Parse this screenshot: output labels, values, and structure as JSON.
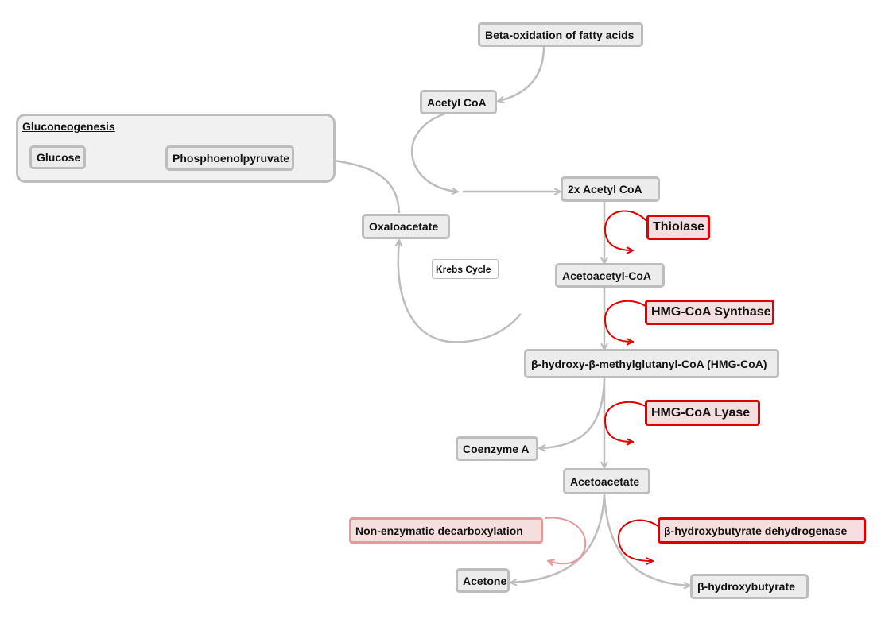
{
  "group": {
    "title": "Gluconeogenesis"
  },
  "nodes": {
    "beta_oxidation": "Beta-oxidation of fatty acids",
    "acetyl_coa": "Acetyl CoA",
    "two_acetyl_coa": "2x Acetyl CoA",
    "glucose": "Glucose",
    "phosphoenolpyruvate": "Phosphoenolpyruvate",
    "oxaloacetate": "Oxaloacetate",
    "krebs_cycle": "Krebs Cycle",
    "acetoacetyl_coa": "Acetoacetyl-CoA",
    "hmg_coa": "β-hydroxy-β-methylglutanyl-CoA (HMG-CoA)",
    "coenzyme_a": "Coenzyme A",
    "acetoacetate": "Acetoacetate",
    "acetone": "Acetone",
    "beta_hydroxybutyrate": "β-hydroxybutyrate"
  },
  "enzymes": {
    "thiolase": "Thiolase",
    "hmg_coa_synthase": "HMG-CoA Synthase",
    "hmg_coa_lyase": "HMG-CoA Lyase",
    "non_enzymatic": "Non-enzymatic decarboxylation",
    "bhb_dehydrogenase": "β-hydroxybutyrate dehydrogenase"
  },
  "colors": {
    "node_fill": "#ececec",
    "node_border": "#bdbdbd",
    "enzyme_fill": "#f5dede",
    "enzyme_border": "#e00000",
    "connector": "#bdbdbd",
    "enzyme_arrow": "#e00000"
  }
}
